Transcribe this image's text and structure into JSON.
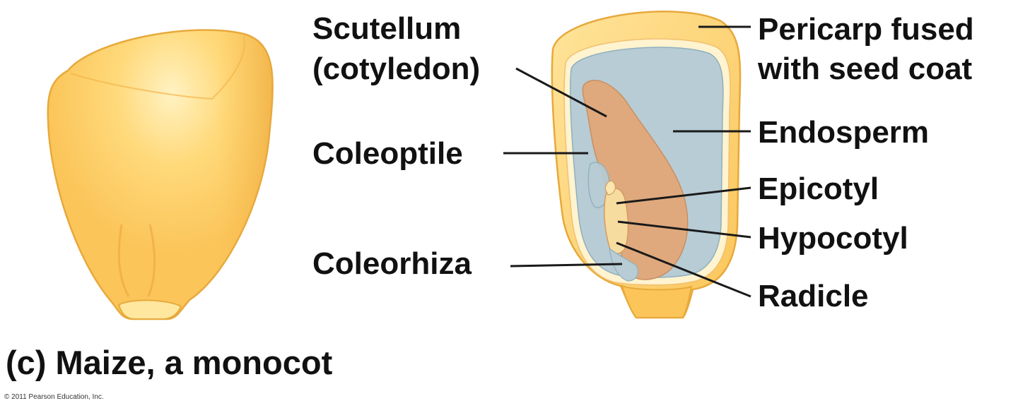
{
  "labels": {
    "scutellum_line1": "Scutellum",
    "scutellum_line2": "(cotyledon)",
    "coleoptile": "Coleoptile",
    "coleorhiza": "Coleorhiza",
    "pericarp_line1": "Pericarp fused",
    "pericarp_line2": "with seed coat",
    "endosperm": "Endosperm",
    "epicotyl": "Epicotyl",
    "hypocotyl": "Hypocotyl",
    "radicle": "Radicle"
  },
  "caption": "(c) Maize, a monocot",
  "copyright": "© 2011 Pearson Education, Inc.",
  "colors": {
    "kernel_yellow": "#fbc55a",
    "kernel_highlight": "#ffe9a6",
    "pericarp_outline": "#e7a93b",
    "endosperm_blue": "#b7ccd5",
    "embryo_tan": "#dfa97d",
    "embryo_axis_cream": "#f7dca0"
  }
}
